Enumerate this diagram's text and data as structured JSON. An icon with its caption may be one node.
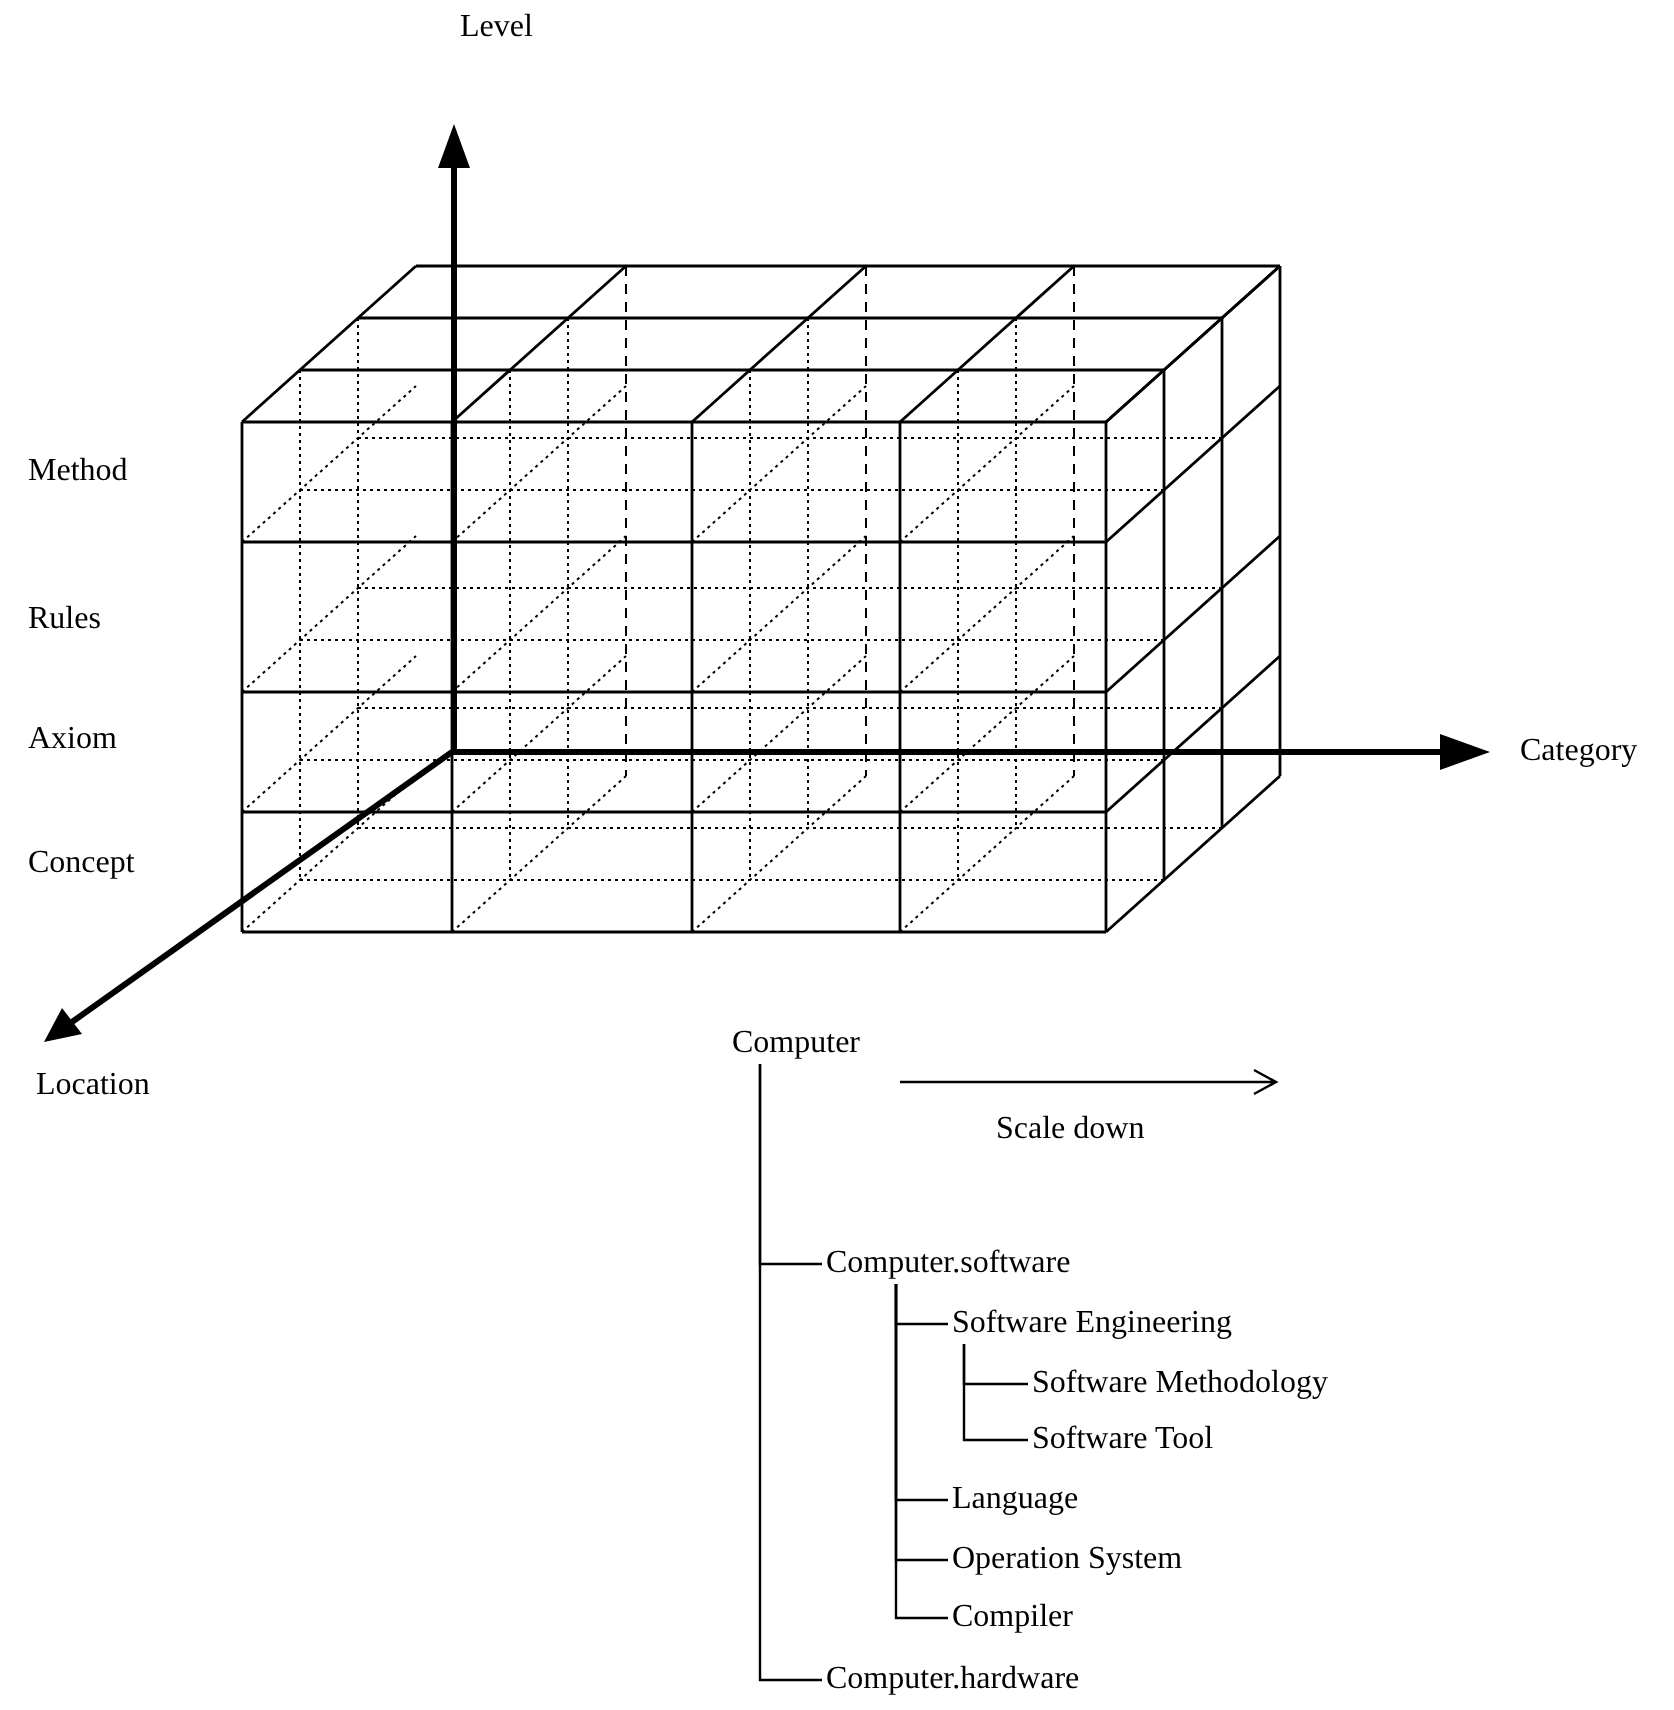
{
  "diagram": {
    "nodes": [
      {
        "text": [
          "Computer"
        ]
      },
      {
        "text": [
          "Computer.software"
        ]
      },
      {
        "text": [
          "Software Engineering"
        ]
      },
      {
        "text": [
          "Software Methodology"
        ]
      },
      {
        "text": [
          "Software Tool"
        ]
      },
      {
        "text": [
          "Language"
        ]
      },
      {
        "text": [
          "Operation System"
        ]
      },
      {
        "text": [
          "Compiler"
        ]
      },
      {
        "text": [
          "Computer.hardware"
        ]
      }
    ],
    "edges": [
      {
        "from": 0,
        "to": 1,
        "arrow": "none"
      },
      {
        "from": 0,
        "to": 8,
        "arrow": "none"
      },
      {
        "from": 1,
        "to": 2,
        "arrow": "none"
      },
      {
        "from": 1,
        "to": 5,
        "arrow": "none"
      },
      {
        "from": 1,
        "to": 6,
        "arrow": "none"
      },
      {
        "from": 1,
        "to": 7,
        "arrow": "none"
      },
      {
        "from": 2,
        "to": 3,
        "arrow": "none"
      },
      {
        "from": 2,
        "to": 4,
        "arrow": "none"
      }
    ],
    "labels": [
      "Level",
      "Method",
      "Rules",
      "Axiom",
      "Category",
      "Concept",
      "Location",
      "Scale down"
    ]
  }
}
